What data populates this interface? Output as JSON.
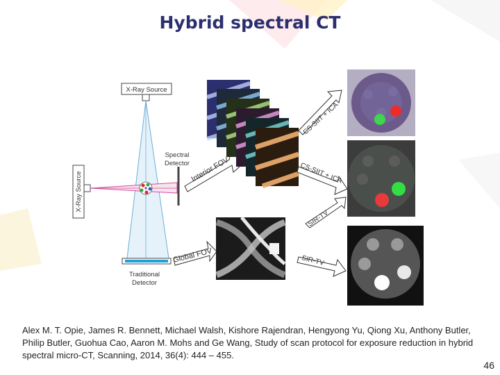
{
  "slide": {
    "title": "Hybrid spectral CT",
    "page_number": "46",
    "citation": "Alex M. T. Opie, James R. Bennett, Michael Walsh, Kishore Rajendran, Hengyong Yu, Qiong Xu, Anthony Butler, Philip Butler, Guohua Cao, Aaron M. Mohs and Ge Wang, Study of scan protocol for exposure reduction in hybrid spectral micro-CT, Scanning, 2014, 36(4): 444 – 455."
  },
  "figure": {
    "xray_source_top": "X-Ray Source",
    "xray_source_left": "X-Ray Source",
    "spectral_detector": [
      "Spectral",
      "Detector"
    ],
    "traditional_detector": [
      "Traditional",
      "Detector"
    ],
    "interior_fov": "Interior FOV",
    "global_fov": "Global FOV",
    "algorithms": {
      "top": "CS-SIIT + ICA",
      "middle": "CS-SIIT + ICA",
      "lower": "SIR-TV",
      "bottom": "SIR-TV"
    }
  },
  "colors": {
    "title": "#2b2f6e",
    "beam_vertical": "#6aaed6",
    "beam_horizontal": "#d44a9a",
    "traditional_detector_bar": "#1ea0d8"
  }
}
